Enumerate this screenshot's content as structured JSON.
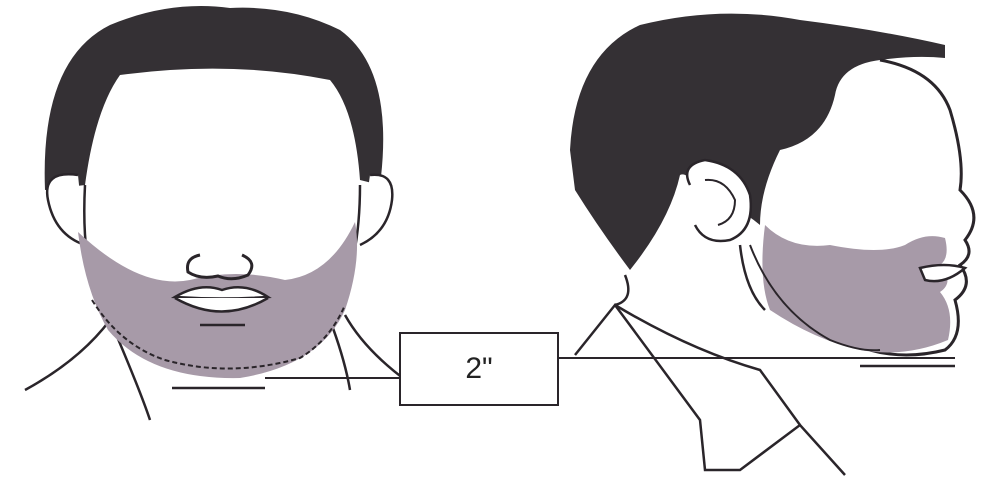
{
  "diagram": {
    "measurement_label": "2\"",
    "colors": {
      "hair": "#343034",
      "beard": "#a79aa8",
      "outline": "#2a252a",
      "skin": "#ffffff"
    },
    "figures": [
      {
        "view": "front"
      },
      {
        "view": "profile"
      }
    ]
  }
}
